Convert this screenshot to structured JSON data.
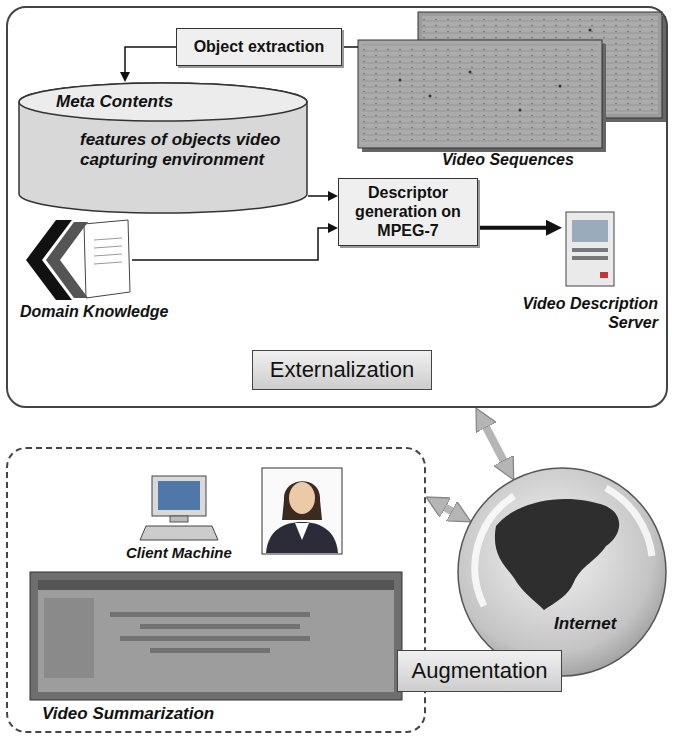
{
  "diagram": {
    "nodes": [
      {
        "text": [
          "Externalization"
        ]
      },
      {
        "text": [
          "Object extraction"
        ],
        "in": 0
      },
      {
        "text": [
          "Video Sequences"
        ],
        "in": 0
      },
      {
        "text": [
          "Meta Contents",
          "features of objects video capturing environment"
        ],
        "in": 0
      },
      {
        "text": [
          "Descriptor generation on MPEG-7"
        ],
        "in": 0
      },
      {
        "text": [
          "Domain Knowledge"
        ],
        "in": 0
      },
      {
        "text": [
          "Video Description Server"
        ],
        "in": 0
      },
      {
        "text": [
          "Augmentation"
        ]
      },
      {
        "text": [
          "Client Machine"
        ],
        "in": 7
      },
      {
        "text": [
          "Video Summarization"
        ],
        "in": 7
      },
      {
        "text": [
          "Internet"
        ]
      }
    ],
    "edges": [
      {
        "from": 2,
        "to": 1,
        "arrow": "none"
      },
      {
        "from": 1,
        "to": 3,
        "arrow": "to"
      },
      {
        "from": 3,
        "to": 4,
        "arrow": "to"
      },
      {
        "from": 5,
        "to": 4,
        "arrow": "to"
      },
      {
        "from": 4,
        "to": 6,
        "arrow": "to"
      },
      {
        "from": 0,
        "to": 10,
        "arrow": "both"
      },
      {
        "from": 7,
        "to": 10,
        "arrow": "both"
      }
    ]
  }
}
